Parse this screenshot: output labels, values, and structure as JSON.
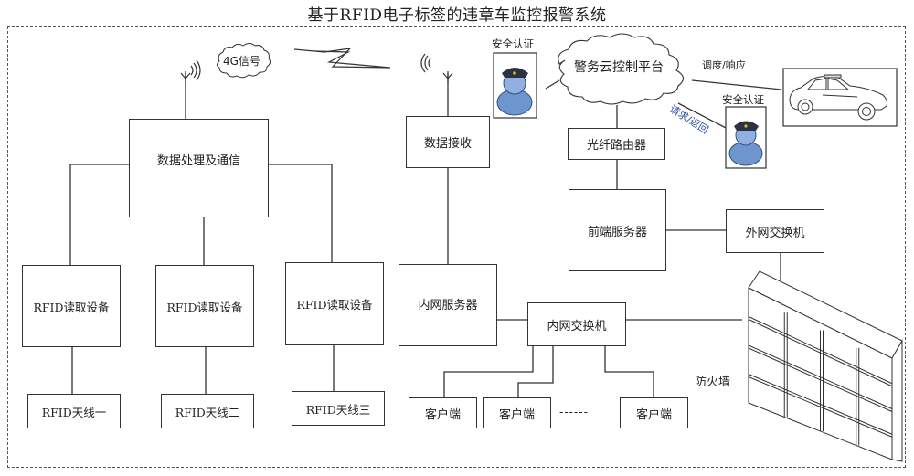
{
  "title": "基于RFID电子标签的违章车监控报警系统",
  "signal_cloud": "4G信号",
  "nodes": {
    "data_processing": "数据处理及通信",
    "rfid_readers": [
      "RFID读取设备",
      "RFID读取设备",
      "RFID读取设备"
    ],
    "rfid_antennas": [
      "RFID天线一",
      "RFID天线二",
      "RFID天线三"
    ],
    "data_receive": "数据接收",
    "intranet_server": "内网服务器",
    "intranet_switch": "内网交换机",
    "clients": [
      "客户端",
      "客户端",
      "客户端"
    ],
    "client_ellipsis": "------",
    "police_cloud": "警务云控制平台",
    "fiber_router": "光纤路由器",
    "frontend_server": "前端服务器",
    "extranet_switch": "外网交换机",
    "firewall": "防火墙"
  },
  "labels": {
    "security_auth_1": "安全认证",
    "security_auth_2": "安全认证",
    "dispatch_response": "调度/响应",
    "request_return": "请求/返回"
  },
  "icons": {
    "officer_1": "police-officer-icon",
    "officer_2": "police-officer-icon",
    "car": "police-car-icon",
    "antenna_left": "antenna-icon",
    "antenna_right": "antenna-icon",
    "lightning": "wireless-link-icon",
    "firewall": "firewall-icon"
  }
}
